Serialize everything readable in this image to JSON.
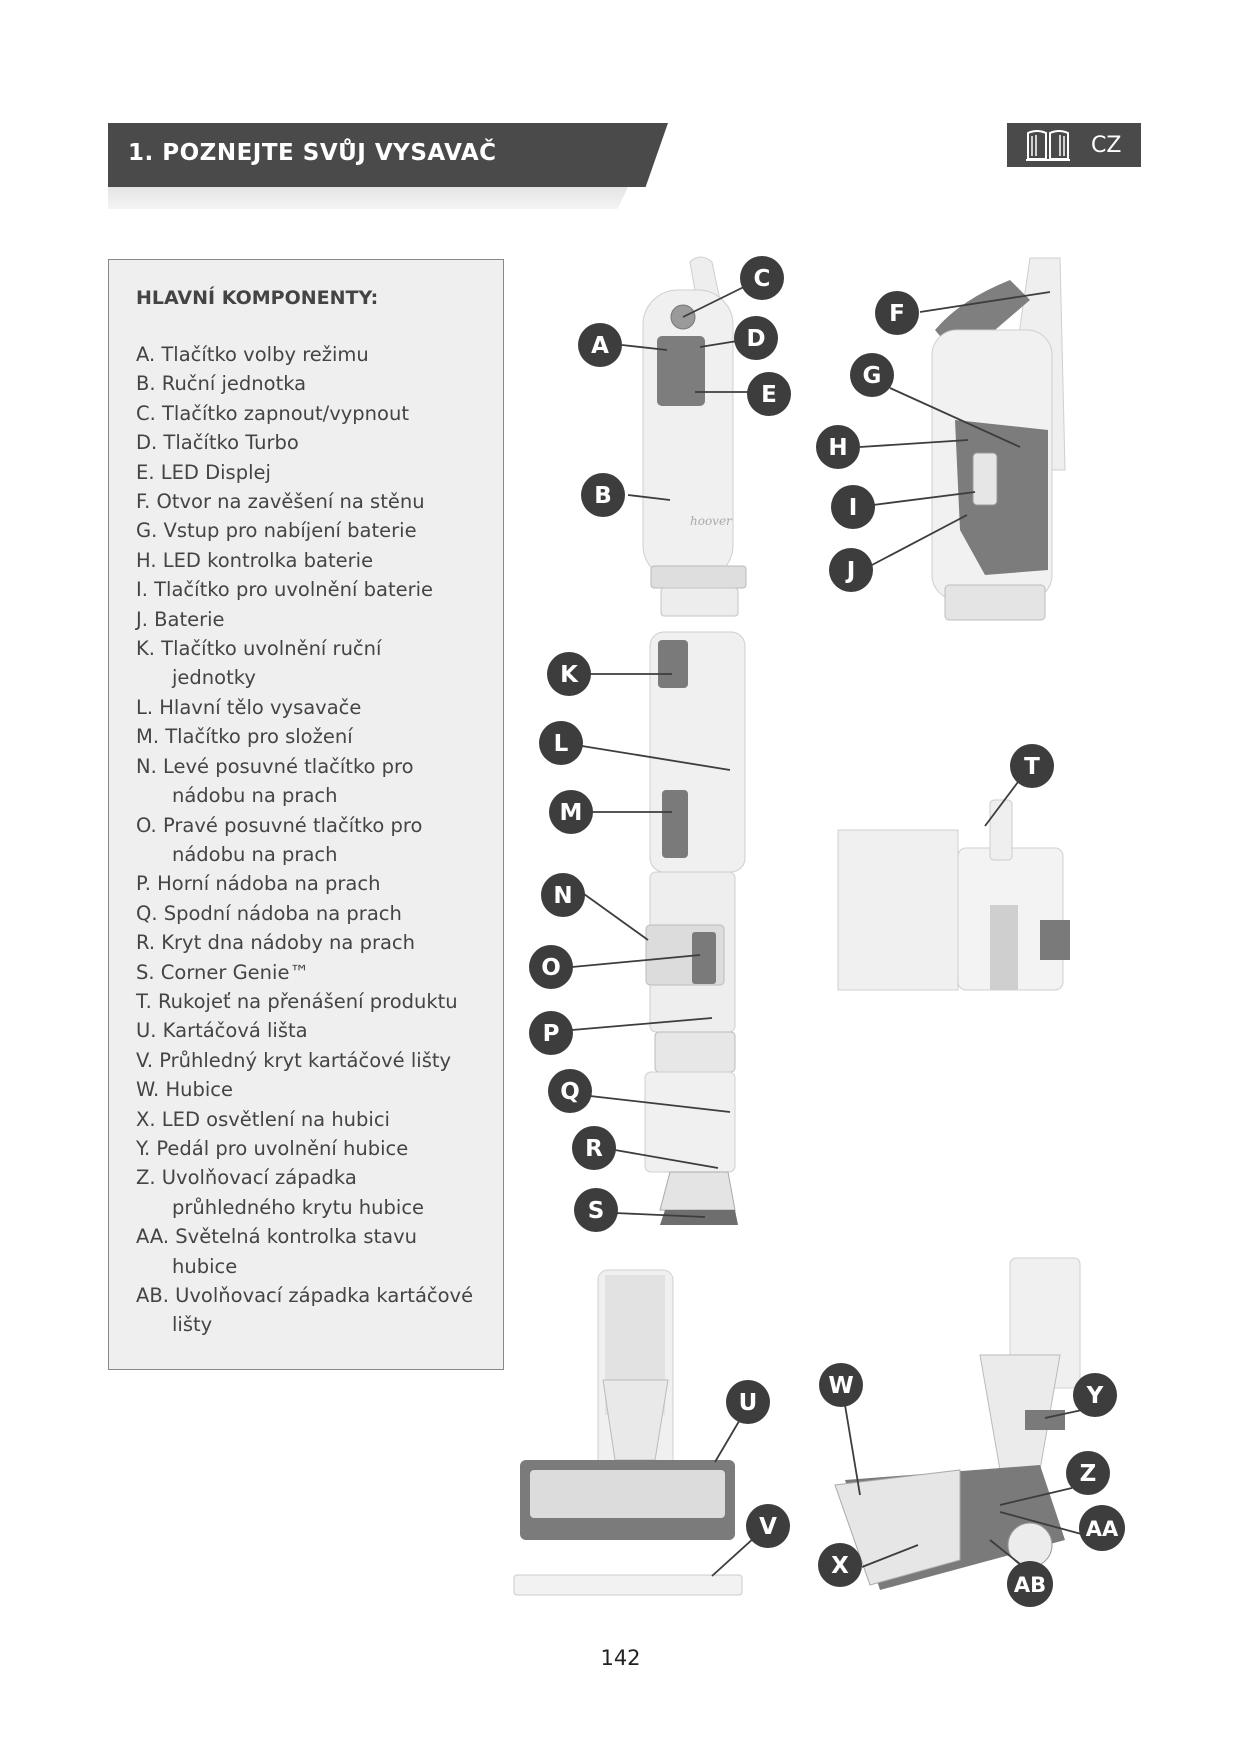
{
  "header": {
    "title": "1. POZNEJTE SVŮJ VYSAVAČ",
    "lang": "CZ"
  },
  "components": {
    "heading": "HLAVNÍ KOMPONENTY:",
    "items": [
      [
        "A.  Tlačítko volby režimu"
      ],
      [
        "B.  Ruční jednotka"
      ],
      [
        "C.  Tlačítko zapnout/vypnout"
      ],
      [
        "D.  Tlačítko Turbo"
      ],
      [
        "E.  LED Displej"
      ],
      [
        "F.  Otvor na zavěšení na stěnu"
      ],
      [
        "G.  Vstup pro nabíjení baterie"
      ],
      [
        "H.  LED kontrolka baterie"
      ],
      [
        "I.  Tlačítko pro uvolnění baterie"
      ],
      [
        "J.  Baterie"
      ],
      [
        "K.  Tlačítko uvolnění ruční",
        "jednotky"
      ],
      [
        "L.  Hlavní tělo vysavače"
      ],
      [
        "M.  Tlačítko pro složení"
      ],
      [
        "N.  Levé posuvné tlačítko pro",
        "nádobu na prach"
      ],
      [
        "O.  Pravé posuvné tlačítko pro",
        "nádobu na prach"
      ],
      [
        "P.  Horní nádoba na prach"
      ],
      [
        "Q.  Spodní nádoba na prach"
      ],
      [
        "R.  Kryt dna nádoby na prach"
      ],
      [
        "S.  Corner Genie™"
      ],
      [
        "T.  Rukojeť na přenášení produktu"
      ],
      [
        "U.  Kartáčová lišta"
      ],
      [
        "V.  Průhledný kryt kartáčové lišty"
      ],
      [
        "W.  Hubice"
      ],
      [
        "X.  LED osvětlení na hubici"
      ],
      [
        "Y.  Pedál pro uvolnění hubice"
      ],
      [
        "Z.  Uvolňovací západka",
        "průhledného krytu hubice"
      ],
      [
        "AA. Světelná kontrolka stavu",
        "hubice"
      ],
      [
        "AB. Uvolňovací západka kartáčové",
        "lišty"
      ]
    ]
  },
  "callouts": [
    "A",
    "B",
    "C",
    "D",
    "E",
    "F",
    "G",
    "H",
    "I",
    "J",
    "K",
    "L",
    "M",
    "N",
    "O",
    "P",
    "Q",
    "R",
    "S",
    "T",
    "U",
    "V",
    "W",
    "X",
    "Y",
    "Z",
    "AA",
    "AB"
  ],
  "page_number": "142",
  "colors": {
    "dark_gray": "#4a4a4a",
    "callout": "#3d3d3d",
    "body_part": "#e8e8e8",
    "accent_part": "#7a7a7a"
  }
}
